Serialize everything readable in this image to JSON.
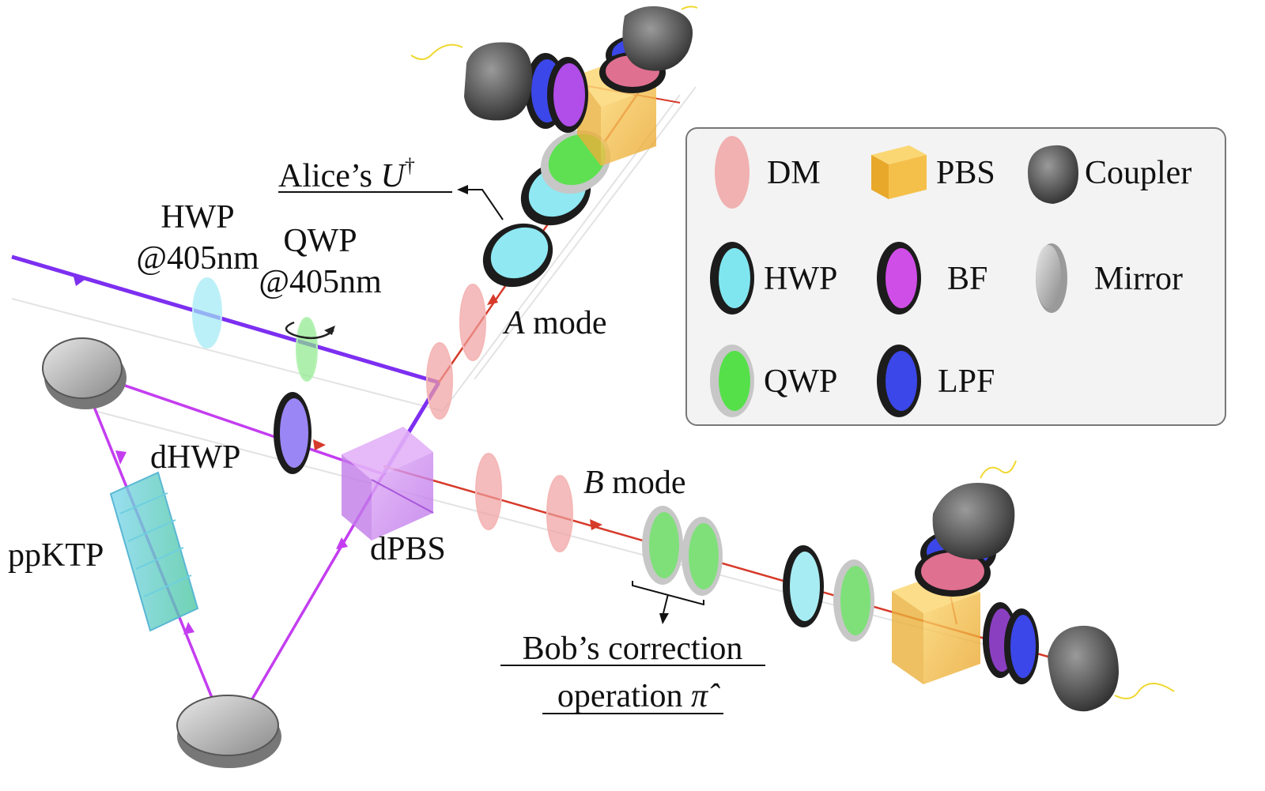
{
  "colors": {
    "pump": "#7d2ff0",
    "signal": "#d63a2a",
    "loop": "#c43df0",
    "hwp": "#7fe6ef",
    "qwp": "#55e04a",
    "bf": "#d04ee8",
    "lpf": "#3b47e8",
    "dm": "#f0a0a0",
    "pbs": "#f5c04a",
    "dpbs": "#cf8cf0",
    "coupler": "#5a5a5a",
    "mirror": "#bdbdbd"
  },
  "labels": {
    "hwp405_line1": "HWP",
    "hwp405_line2": "@405nm",
    "qwp405_line1": "QWP",
    "qwp405_line2": "@405nm",
    "alice_prefix": "Alice’s ",
    "alice_op": "U",
    "alice_sup": "†",
    "a_mode_letter": "A",
    "a_mode_word": " mode",
    "b_mode_letter": "B",
    "b_mode_word": " mode",
    "dhwp": "dHWP",
    "dpbs": "dPBS",
    "ppktp": "ppKTP",
    "bob_line1": "Bob’s correction",
    "bob_line2_word": "operation ",
    "bob_line2_op": "π̂"
  },
  "legend": {
    "items": [
      {
        "icon": "dm",
        "label": "DM"
      },
      {
        "icon": "pbs",
        "label": "PBS"
      },
      {
        "icon": "coupler",
        "label": "Coupler"
      },
      {
        "icon": "hwp",
        "label": "HWP"
      },
      {
        "icon": "bf",
        "label": "BF"
      },
      {
        "icon": "mirror",
        "label": "Mirror"
      },
      {
        "icon": "qwp",
        "label": "QWP"
      },
      {
        "icon": "lpf",
        "label": "LPF"
      }
    ]
  }
}
